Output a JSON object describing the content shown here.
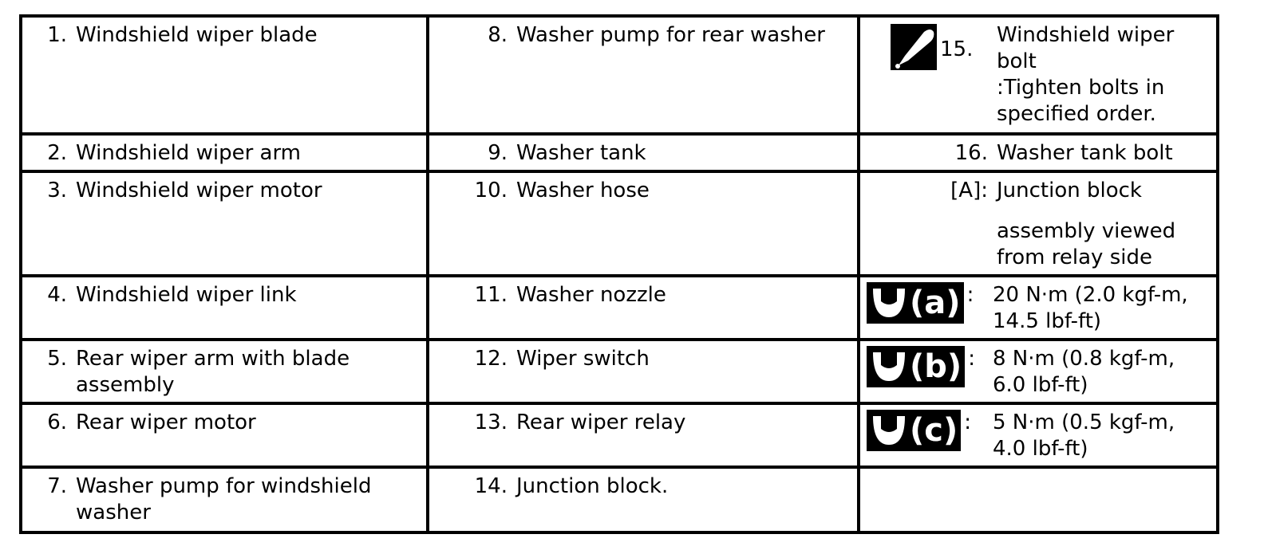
{
  "col1": [
    {
      "num": "1.",
      "text": "Windshield wiper blade"
    },
    {
      "num": "2.",
      "text": "Windshield wiper arm"
    },
    {
      "num": "3.",
      "text": "Windshield wiper motor"
    },
    {
      "num": "4.",
      "text": "Windshield wiper link"
    },
    {
      "num": "5.",
      "text": "Rear wiper arm with blade assembly"
    },
    {
      "num": "6.",
      "text": "Rear wiper motor"
    },
    {
      "num": "7.",
      "text": "Washer pump for windshield washer"
    }
  ],
  "col2": [
    {
      "num": "8.",
      "text": "Washer pump for rear washer"
    },
    {
      "num": "9.",
      "text": "Washer tank"
    },
    {
      "num": "10.",
      "text": "Washer hose"
    },
    {
      "num": "11.",
      "text": "Washer nozzle"
    },
    {
      "num": "12.",
      "text": "Wiper switch"
    },
    {
      "num": "13.",
      "text": "Rear wiper relay"
    },
    {
      "num": "14.",
      "text": "Junction block."
    }
  ],
  "col3": {
    "item15": {
      "num": "15.",
      "line1": "Windshield wiper",
      "line2": "bolt",
      "line3": ":Tighten bolts in",
      "line4": "specified order.",
      "icon": "tighten-sequence-icon"
    },
    "item16": {
      "num": "16.",
      "text": "Washer tank bolt"
    },
    "itemA": {
      "num": "[A]:",
      "line1": "Junction block",
      "line2": "assembly viewed",
      "line3": "from relay side"
    },
    "torque_a": {
      "letter": "(a)",
      "colon": ":",
      "line1": "20 N·m (2.0 kgf-m,",
      "line2": "14.5 lbf-ft)",
      "icon": "torque-wrench-icon"
    },
    "torque_b": {
      "letter": "(b)",
      "colon": ":",
      "line1": "8 N·m (0.8 kgf-m,",
      "line2": "6.0 lbf-ft)",
      "icon": "torque-wrench-icon"
    },
    "torque_c": {
      "letter": "(c)",
      "colon": ":",
      "line1": "5 N·m (0.5 kgf-m,",
      "line2": "4.0 lbf-ft)",
      "icon": "torque-wrench-icon"
    }
  }
}
